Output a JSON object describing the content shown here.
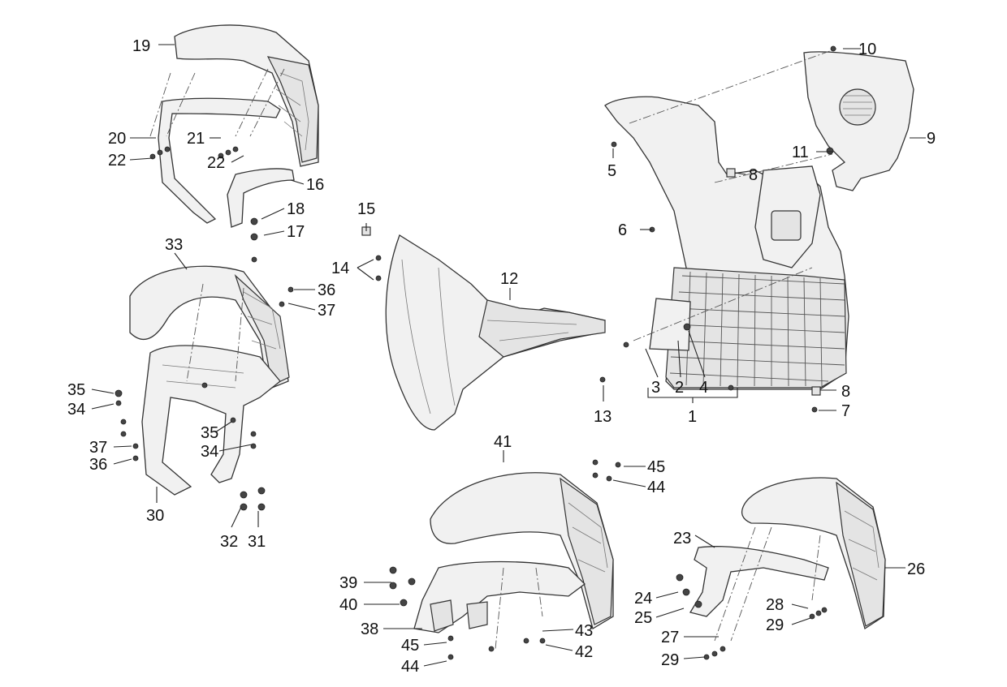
{
  "callouts": {
    "c1": "1",
    "c2": "2",
    "c3": "3",
    "c4": "4",
    "c5": "5",
    "c6": "6",
    "c7": "7",
    "c8a": "8",
    "c8b": "8",
    "c9": "9",
    "c10": "10",
    "c11": "11",
    "c12": "12",
    "c13": "13",
    "c14": "14",
    "c15": "15",
    "c16": "16",
    "c17": "17",
    "c18": "18",
    "c19": "19",
    "c20": "20",
    "c21": "21",
    "c22a": "22",
    "c22b": "22",
    "c23": "23",
    "c24": "24",
    "c25": "25",
    "c26": "26",
    "c27": "27",
    "c28": "28",
    "c29a": "29",
    "c29b": "29",
    "c30": "30",
    "c31": "31",
    "c32": "32",
    "c33": "33",
    "c34a": "34",
    "c34b": "34",
    "c35a": "35",
    "c35b": "35",
    "c36a": "36",
    "c36b": "36",
    "c37a": "37",
    "c37b": "37",
    "c38": "38",
    "c39": "39",
    "c40": "40",
    "c41": "41",
    "c42": "42",
    "c43": "43",
    "c44a": "44",
    "c44b": "44",
    "c45a": "45",
    "c45b": "45"
  }
}
